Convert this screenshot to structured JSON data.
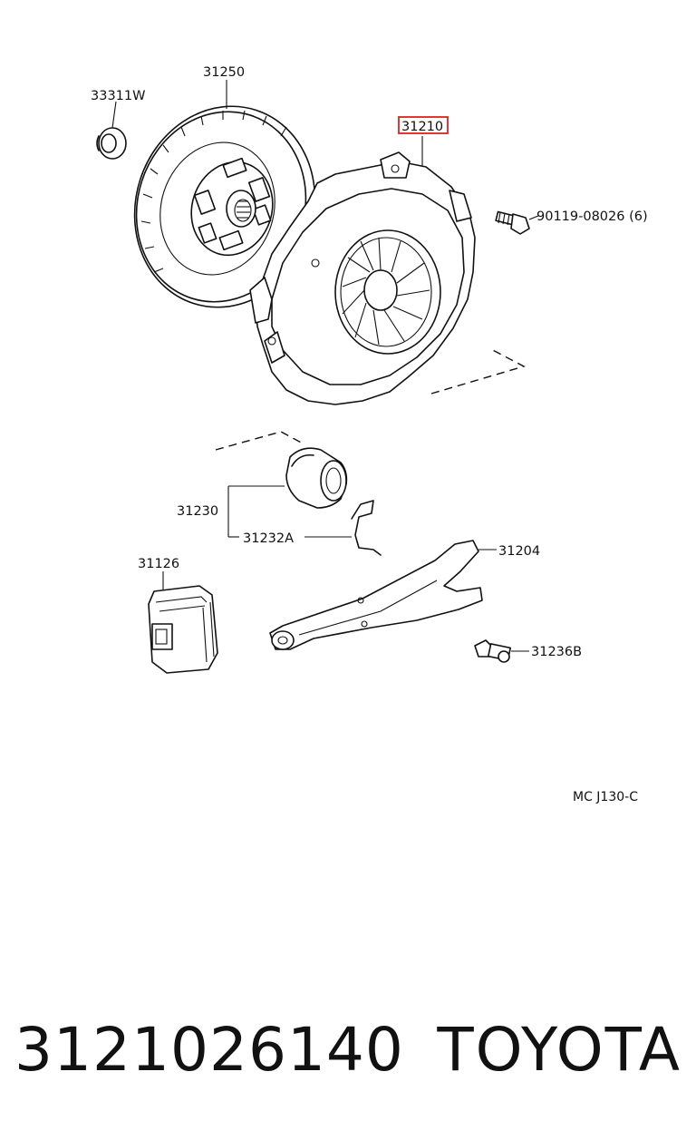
{
  "diagram": {
    "callouts": {
      "bearing_pilot": "33311W",
      "clutch_disc": "31250",
      "clutch_cover": "31210",
      "bolt": "90119-08026 (6)",
      "release_bearing": "31230",
      "release_hub_clip": "31232A",
      "fork_boot": "31126",
      "release_fork": "31204",
      "fork_support": "31236B"
    },
    "highlighted_part": "31210",
    "highlight_color": "#e02020",
    "reference_code": "MC J130-C"
  },
  "footer": {
    "part_number": "3121026140",
    "brand": "TOYOTA"
  }
}
